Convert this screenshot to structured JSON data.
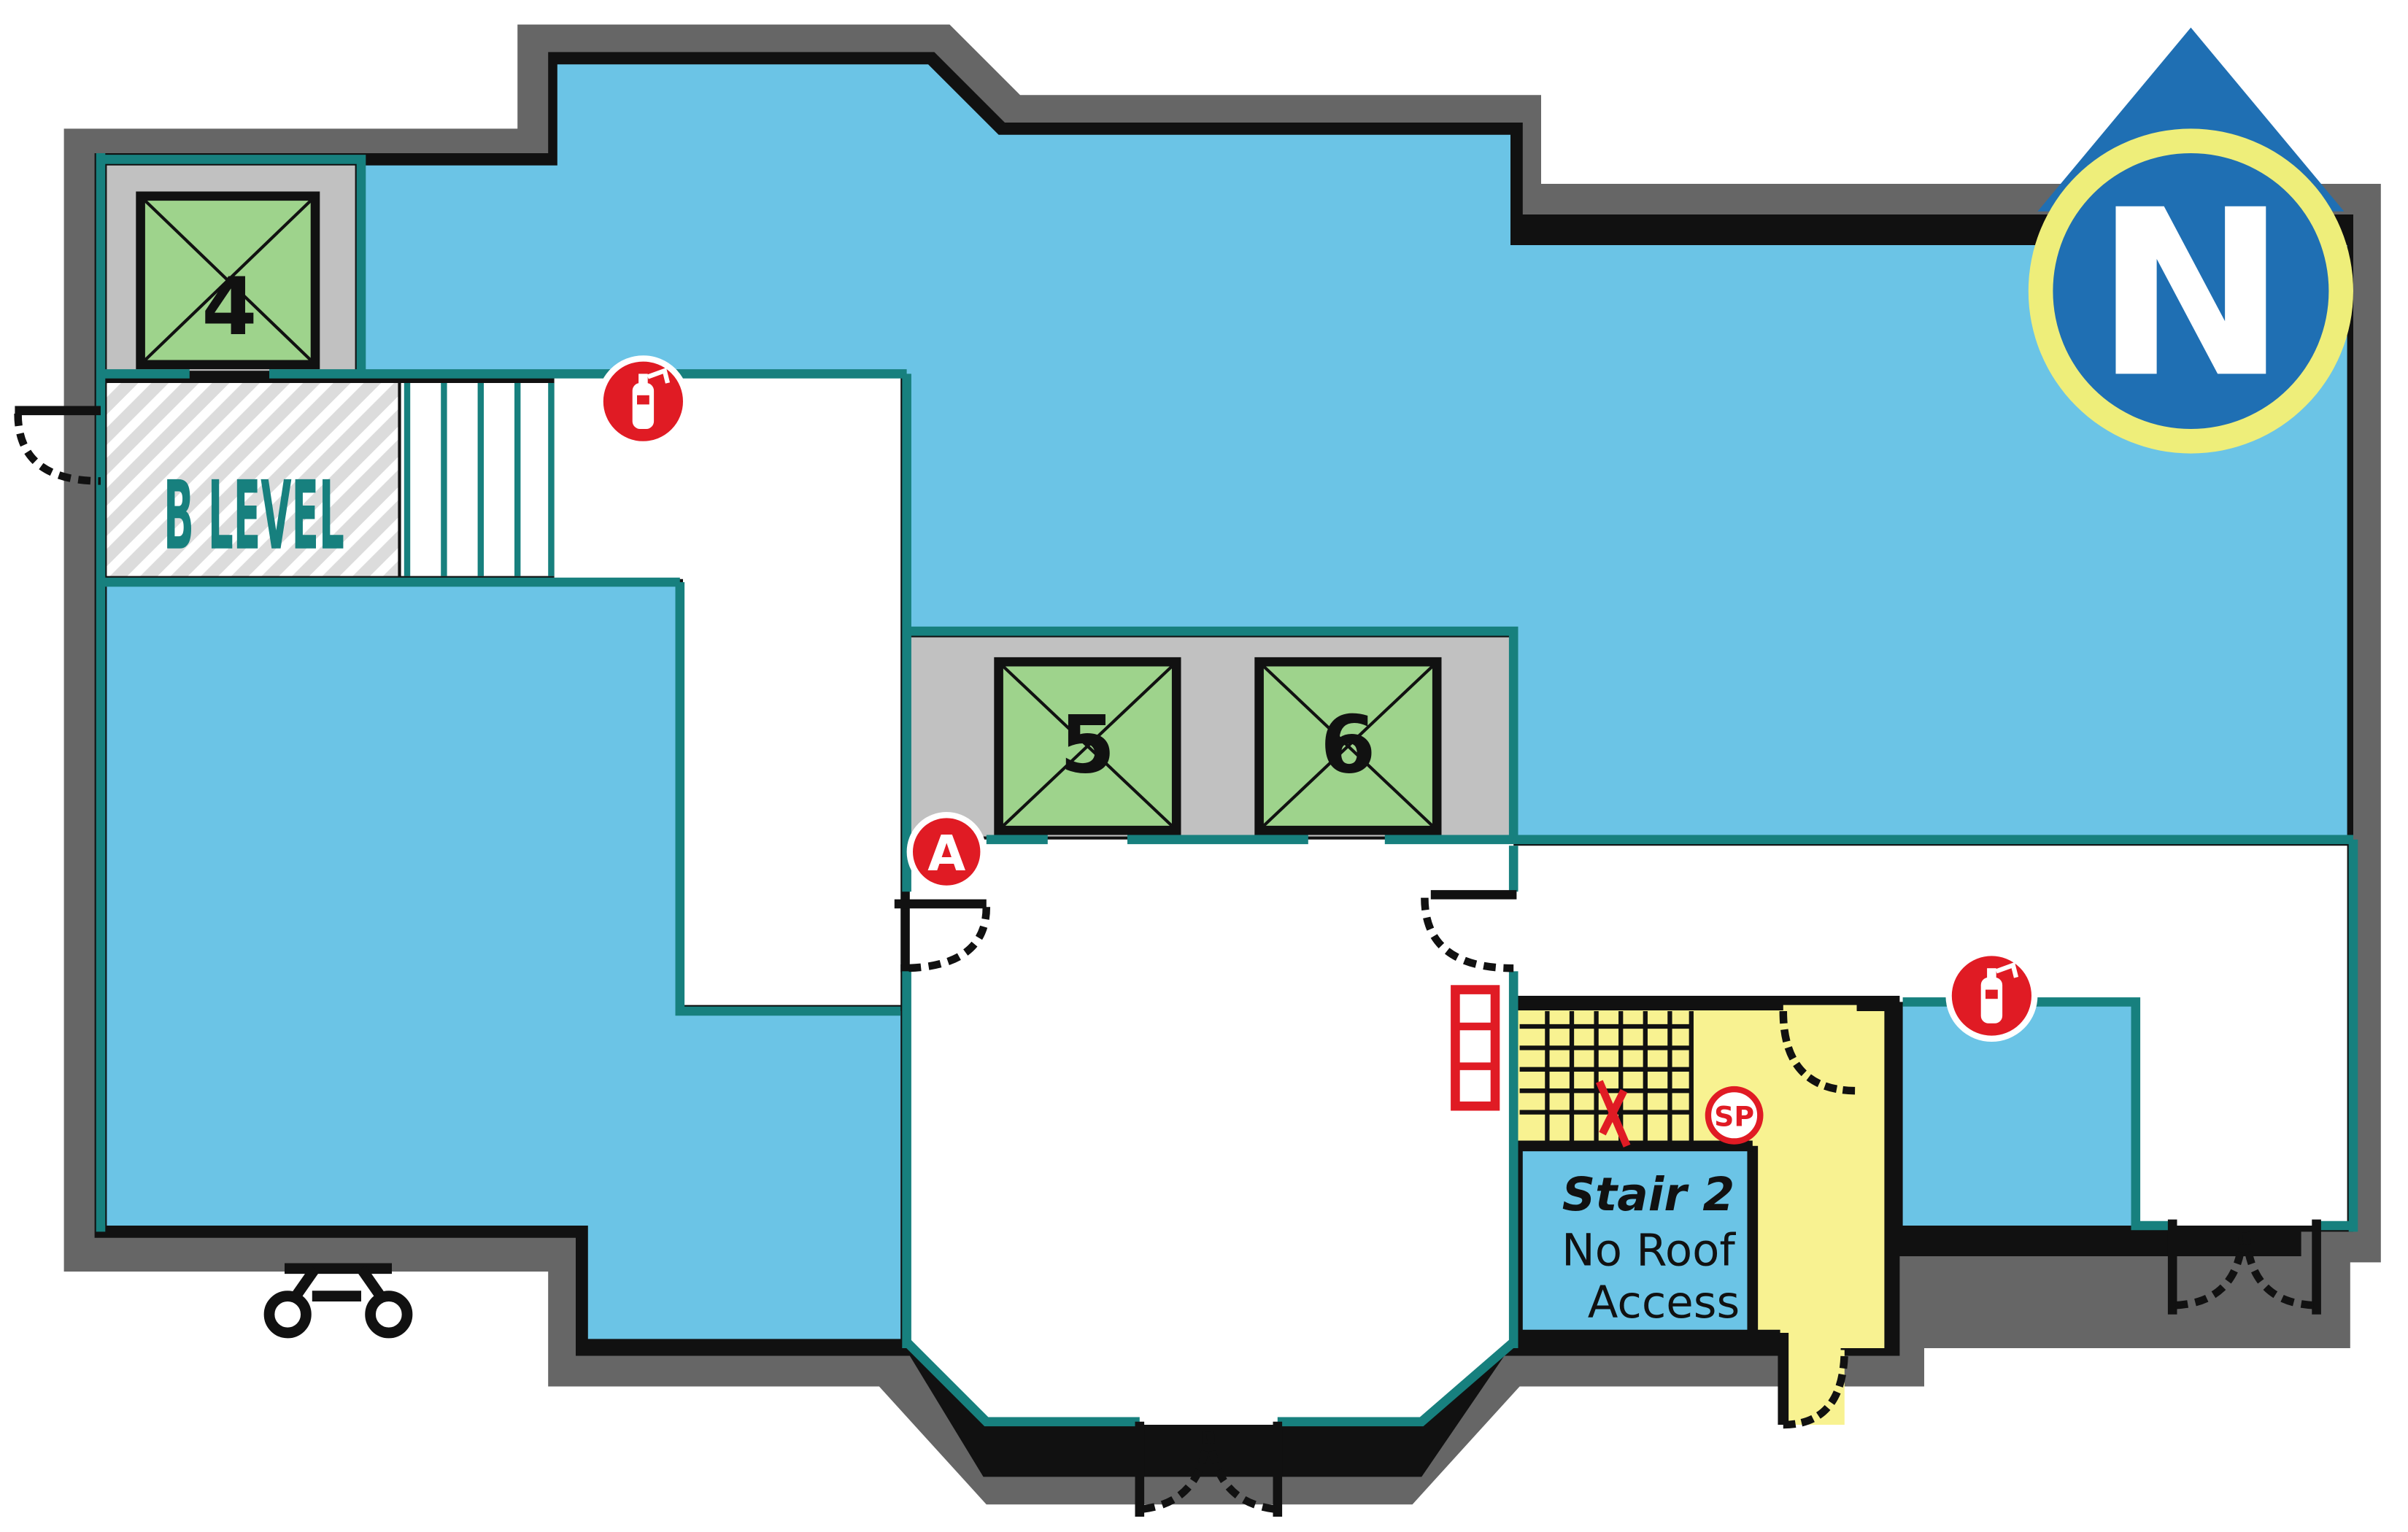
{
  "map": {
    "elevators": [
      {
        "label": "4"
      },
      {
        "label": "5"
      },
      {
        "label": "6"
      }
    ],
    "level_label": "B LEVEL",
    "stair": {
      "title": "Stair 2",
      "note_line1": "No Roof",
      "note_line2": "Access"
    },
    "assembly_marker": "A",
    "standpipe_marker": "SP",
    "north_arrow": "N",
    "icons": [
      "fire-extinguisher-icon",
      "north-arrow-icon",
      "wheelchair-lift-icon",
      "standpipe-icon"
    ],
    "colors": {
      "room_fill": "#6bc4e6",
      "corridor_fill": "#ffffff",
      "wall": "#17807e",
      "exterior_wall": "#666666",
      "elevator_fill": "#9ed38c",
      "elevator_bay": "#c1c1c1",
      "stair_fill": "#f8f291",
      "marker_red": "#e01b24",
      "north_blue": "#1f6fb3",
      "north_ring": "#eeee7a"
    }
  }
}
